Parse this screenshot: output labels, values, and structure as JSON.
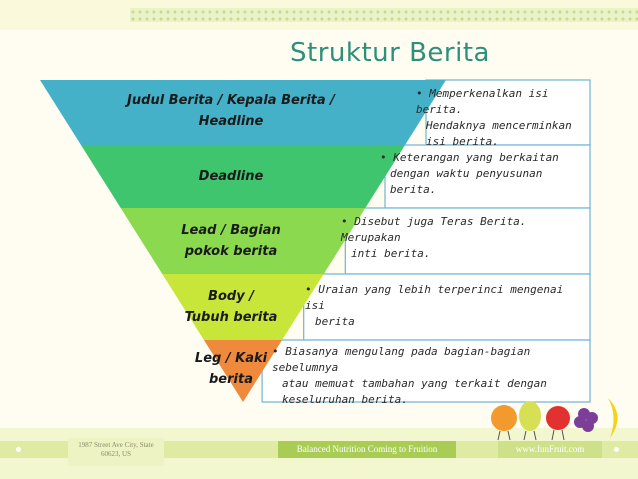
{
  "slide": {
    "title": "Struktur Berita"
  },
  "pyramid": {
    "levels": [
      {
        "label_lines": [
          "Judul Berita / Kepala Berita /",
          "Headline"
        ],
        "color": "#45b1c8",
        "description_lines": [
          "• Memperkenalkan isi berita.",
          "Hendaknya mencerminkan",
          "isi berita."
        ]
      },
      {
        "label_lines": [
          "Deadline"
        ],
        "color": "#3fc56e",
        "description_lines": [
          "• Keterangan yang berkaitan",
          "dengan waktu penyusunan berita."
        ]
      },
      {
        "label_lines": [
          "Lead / Bagian",
          "pokok berita"
        ],
        "color": "#8ad94e",
        "description_lines": [
          "• Disebut juga Teras Berita. Merupakan",
          "inti berita."
        ]
      },
      {
        "label_lines": [
          "Body /",
          "Tubuh berita"
        ],
        "color": "#c8e63a",
        "description_lines": [
          "• Uraian yang lebih terperinci mengenai isi",
          "berita"
        ]
      },
      {
        "label_lines": [
          "Leg / Kaki",
          "berita"
        ],
        "color": "#ef8a3c",
        "description_lines": [
          "• Biasanya mengulang pada bagian-bagian sebelumnya",
          "atau memuat tambahan yang terkait dengan",
          "keseluruhan berita."
        ]
      }
    ]
  },
  "footer": {
    "address_lines": [
      "1987 Street Ave City, State",
      "60623, US"
    ],
    "tagline": "Balanced Nutrition Coming to Fruition",
    "website": "www.funFruit.com"
  },
  "colors": {
    "title": "#2e8f7a",
    "box_border": "#6fb3d6",
    "accent_green": "#a9cc55"
  }
}
